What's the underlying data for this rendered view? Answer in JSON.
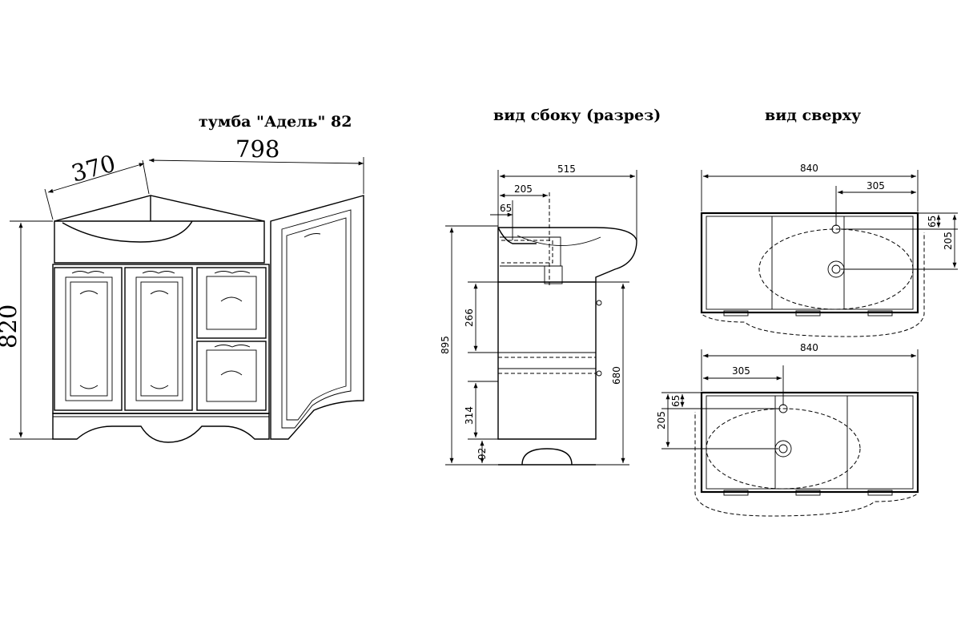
{
  "titles": {
    "front": "тумба \"Адель\" 82",
    "side": "вид сбоку (разрез)",
    "top": "вид сверху"
  },
  "front": {
    "depth": "370",
    "width": "798",
    "height": "820"
  },
  "side": {
    "depth": "515",
    "bowl_center": "205",
    "tap_offset": "65",
    "total_height": "895",
    "cabinet_height": "680",
    "drawer_height": "266",
    "lower_height": "314",
    "plinth_height": "92"
  },
  "top_upper": {
    "width": "840",
    "offset": "305",
    "tap_depth": "65",
    "bowl_depth": "205"
  },
  "top_lower": {
    "width": "840",
    "offset": "305",
    "tap_depth": "65",
    "bowl_depth": "205"
  }
}
